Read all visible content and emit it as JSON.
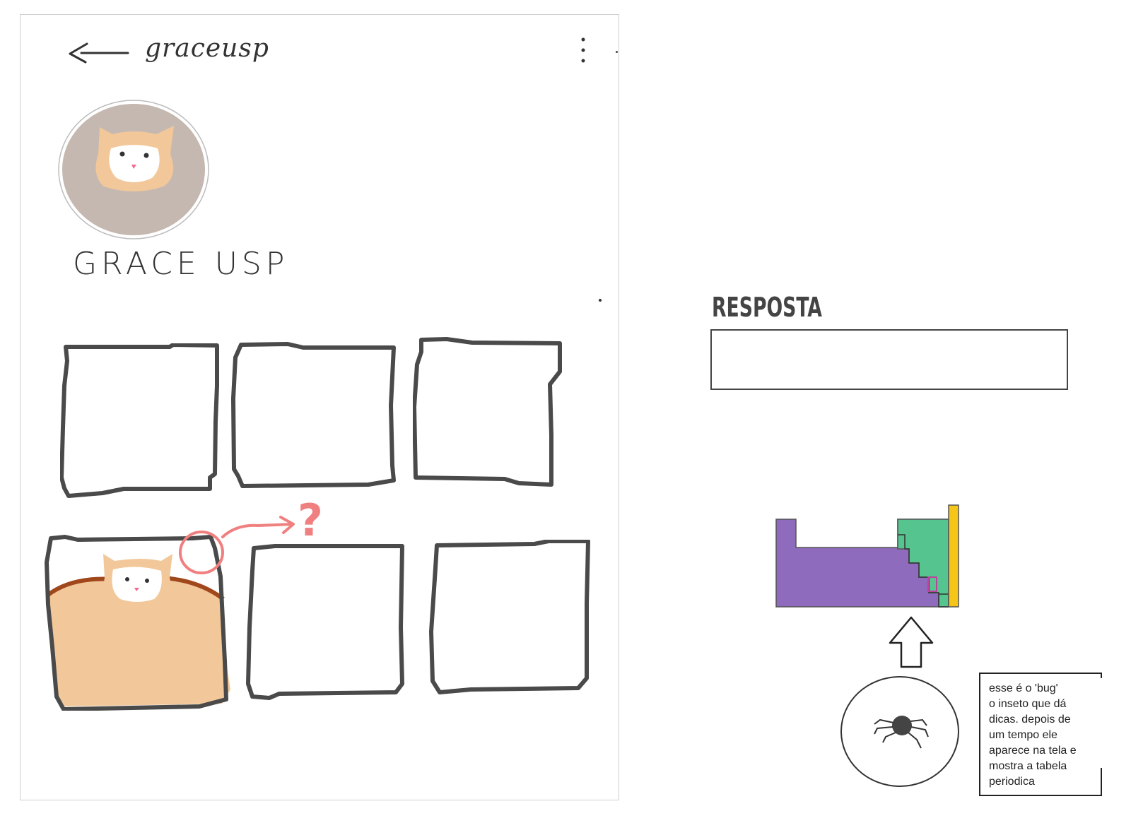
{
  "header": {
    "back_icon": "left-arrow-icon",
    "username": "graceusp",
    "menu_icon": "kebab-menu-icon"
  },
  "profile": {
    "avatar_icon": "cat-avatar-icon",
    "display_name": "GRACE USP"
  },
  "grid": {
    "posts": [
      {
        "state": "empty"
      },
      {
        "state": "empty"
      },
      {
        "state": "empty"
      },
      {
        "state": "image",
        "image": "cat-in-bread-icon",
        "annotation": "?"
      },
      {
        "state": "empty"
      },
      {
        "state": "empty"
      }
    ]
  },
  "answer": {
    "label": "RESPOSTA",
    "value": "",
    "placeholder": ""
  },
  "hint": {
    "periodic_table_icon": "periodic-table-icon",
    "arrow_icon": "up-arrow-icon",
    "bug_icon": "bug-icon",
    "note_lines": [
      "esse é o 'bug'",
      "o inseto que dá",
      "dicas. depois de",
      "um tempo ele",
      "aparece na tela e",
      "mostra a tabela",
      "periodica"
    ]
  },
  "colors": {
    "sketch_stroke": "#4a4a4a",
    "annotation": "#f08080",
    "avatar_bg": "#c4b8b0",
    "cat_fur": "#f2c89a",
    "bread_crust": "#a0471c",
    "table_purple": "#8e6bbd",
    "table_green": "#55c48f",
    "table_yellow": "#f5c518"
  }
}
